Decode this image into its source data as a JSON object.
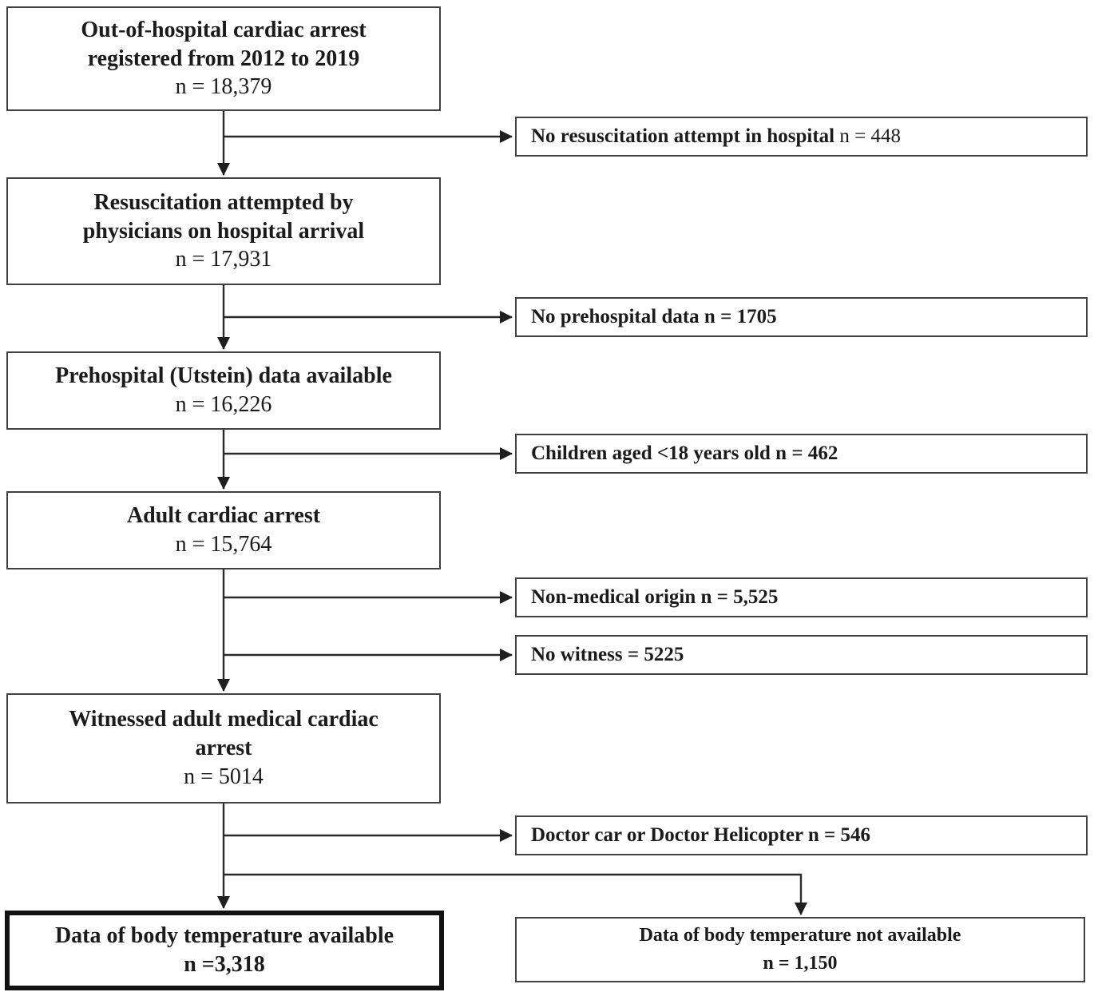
{
  "flow": {
    "main": [
      {
        "lines": [
          "Out-of-hospital cardiac arrest",
          "registered from 2012 to 2019"
        ],
        "n": "n = 18,379"
      },
      {
        "lines": [
          "Resuscitation attempted by",
          "physicians on hospital arrival"
        ],
        "n": "n = 17,931"
      },
      {
        "lines": [
          "Prehospital (Utstein) data available"
        ],
        "n": "n = 16,226"
      },
      {
        "lines": [
          "Adult cardiac arrest"
        ],
        "n": "n = 15,764"
      },
      {
        "lines": [
          "Witnessed adult medical cardiac",
          "arrest"
        ],
        "n": "n = 5014"
      },
      {
        "lines": [
          "Data of body temperature available"
        ],
        "n": "n =3,318"
      }
    ],
    "exclusions": [
      {
        "bold": "No resuscitation attempt in hospital ",
        "regular": "n = 448"
      },
      {
        "bold": "No prehospital data n = 1705",
        "regular": ""
      },
      {
        "bold": "Children aged <18 years old n = 462",
        "regular": ""
      },
      {
        "bold": "Non-medical origin n = 5,525",
        "regular": ""
      },
      {
        "bold": "No witness = 5225",
        "regular": ""
      },
      {
        "bold": "Doctor car or Doctor Helicopter n = 546",
        "regular": ""
      }
    ],
    "not_available": {
      "line1": "Data of body temperature not available",
      "line2": "n = 1,150"
    },
    "colors": {
      "box_border": "#414141",
      "thick_border": "#121212",
      "line": "#2a2a2a",
      "text": "#1b1b1b",
      "background": "#ffffff"
    }
  }
}
